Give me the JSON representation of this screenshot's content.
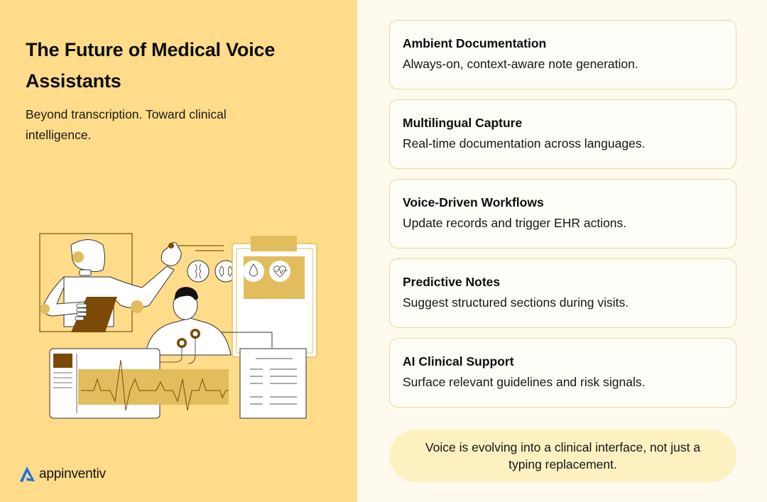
{
  "header": {
    "title": "The Future of Medical Voice Assistants",
    "subtitle": "Beyond transcription. Toward clinical intelligence."
  },
  "features": [
    {
      "title": "Ambient Documentation",
      "description": "Always-on, context-aware note generation."
    },
    {
      "title": "Multilingual Capture",
      "description": "Real-time documentation across languages."
    },
    {
      "title": "Voice-Driven Workflows",
      "description": "Update records and trigger EHR actions."
    },
    {
      "title": "Predictive Notes",
      "description": "Suggest structured sections during visits."
    },
    {
      "title": "AI Clinical Support",
      "description": "Surface relevant guidelines and risk signals."
    }
  ],
  "callout": {
    "text": "Voice is evolving into a clinical interface, not just a typing replacement."
  },
  "brand": {
    "name": "appinventiv",
    "icon": "appinventiv-logo-icon"
  },
  "illustration": {
    "icons": [
      "joint-icon",
      "kidneys-icon",
      "blood-drop-icon",
      "heart-pulse-icon"
    ]
  },
  "colors": {
    "left_background": "#fedc8a",
    "right_background": "#fefaee",
    "card_border": "#ecd79a",
    "callout_background": "#fdf1c2",
    "accent_brown": "#7a4a06",
    "accent_gold": "#e2bd5e",
    "brand_blue": "#1f6fe5"
  }
}
